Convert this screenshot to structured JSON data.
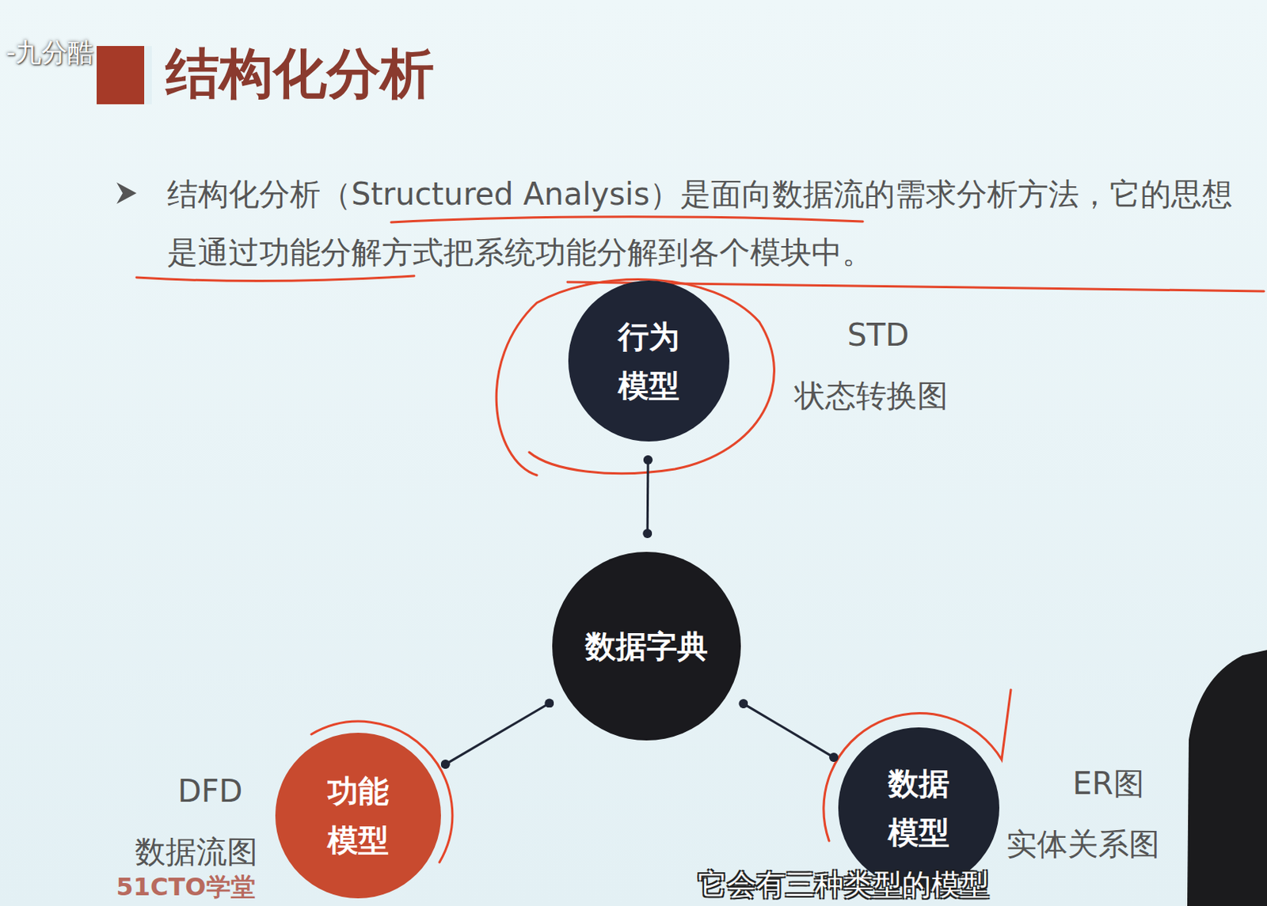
{
  "diagram": {
    "title": "结构化分析",
    "nodes": [
      {
        "text": [
          "行为模型"
        ]
      },
      {
        "text": [
          "数据字典"
        ]
      },
      {
        "text": [
          "功能模型"
        ]
      },
      {
        "text": [
          "数据模型"
        ]
      }
    ],
    "edges": [
      {
        "from": 0,
        "to": 1,
        "arrow": "none"
      },
      {
        "from": 1,
        "to": 2,
        "arrow": "none"
      },
      {
        "from": 1,
        "to": 3,
        "arrow": "none"
      }
    ],
    "labels": [
      "-九分酷",
      "结构化分析（Structured Analysis）是面向数据流的需求分析方法，它的思想是通过功能分解方式把系统功能分解到各个模块中。",
      "STD",
      "状态转换图",
      "DFD",
      "数据流图",
      "ER图",
      "实体关系图",
      "51CTO学堂",
      "它会有三种类型的模型"
    ]
  }
}
